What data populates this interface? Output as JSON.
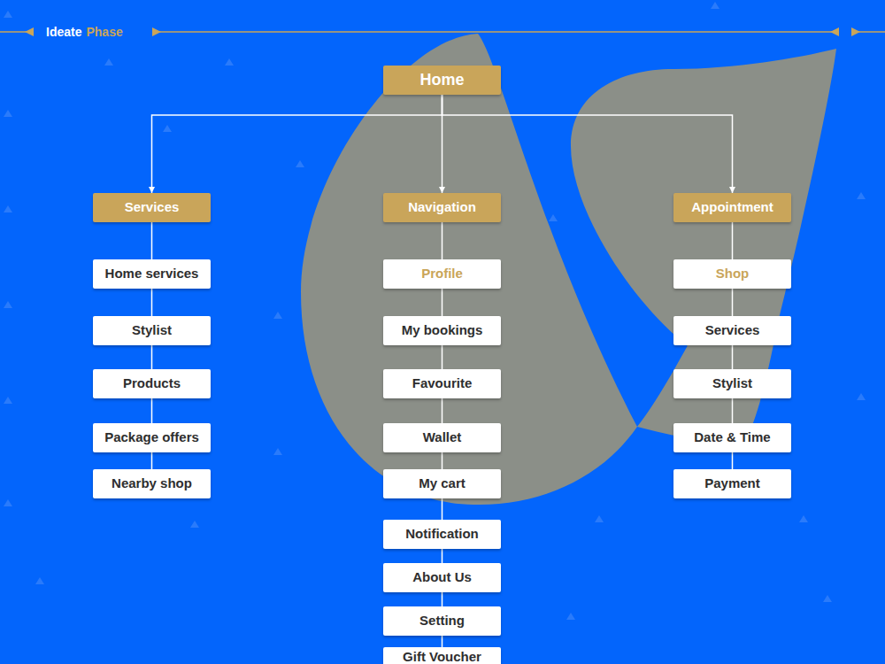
{
  "diagram": {
    "nodes": [
      {
        "text": [
          "Home"
        ]
      },
      {
        "text": [
          "Services"
        ]
      },
      {
        "text": [
          "Navigation"
        ]
      },
      {
        "text": [
          "Appointment"
        ]
      },
      {
        "text": [
          "Home services"
        ]
      },
      {
        "text": [
          "Stylist"
        ]
      },
      {
        "text": [
          "Products"
        ]
      },
      {
        "text": [
          "Package offers"
        ]
      },
      {
        "text": [
          "Nearby shop"
        ]
      },
      {
        "text": [
          "Profile"
        ]
      },
      {
        "text": [
          "My bookings"
        ]
      },
      {
        "text": [
          "Favourite"
        ]
      },
      {
        "text": [
          "Wallet"
        ]
      },
      {
        "text": [
          "My cart"
        ]
      },
      {
        "text": [
          "Notification"
        ]
      },
      {
        "text": [
          "About Us"
        ]
      },
      {
        "text": [
          "Setting"
        ]
      },
      {
        "text": [
          "Gift Voucher"
        ]
      },
      {
        "text": [
          "Shop"
        ]
      },
      {
        "text": [
          "Services"
        ]
      },
      {
        "text": [
          "Stylist"
        ]
      },
      {
        "text": [
          "Date & Time"
        ]
      },
      {
        "text": [
          "Payment"
        ]
      }
    ],
    "edges": [
      {
        "from": 0,
        "to": 1,
        "arrow": "to"
      },
      {
        "from": 0,
        "to": 2,
        "arrow": "to"
      },
      {
        "from": 0,
        "to": 3,
        "arrow": "to"
      },
      {
        "from": 1,
        "to": 4,
        "arrow": "none"
      },
      {
        "from": 4,
        "to": 5,
        "arrow": "none"
      },
      {
        "from": 5,
        "to": 6,
        "arrow": "none"
      },
      {
        "from": 6,
        "to": 7,
        "arrow": "none"
      },
      {
        "from": 7,
        "to": 8,
        "arrow": "none"
      },
      {
        "from": 2,
        "to": 9,
        "arrow": "none"
      },
      {
        "from": 9,
        "to": 10,
        "arrow": "none"
      },
      {
        "from": 10,
        "to": 11,
        "arrow": "none"
      },
      {
        "from": 11,
        "to": 12,
        "arrow": "none"
      },
      {
        "from": 12,
        "to": 13,
        "arrow": "none"
      },
      {
        "from": 13,
        "to": 14,
        "arrow": "none"
      },
      {
        "from": 14,
        "to": 15,
        "arrow": "none"
      },
      {
        "from": 15,
        "to": 16,
        "arrow": "none"
      },
      {
        "from": 16,
        "to": 17,
        "arrow": "none"
      },
      {
        "from": 3,
        "to": 18,
        "arrow": "none"
      },
      {
        "from": 18,
        "to": 19,
        "arrow": "none"
      },
      {
        "from": 19,
        "to": 20,
        "arrow": "none"
      },
      {
        "from": 20,
        "to": 21,
        "arrow": "none"
      },
      {
        "from": 21,
        "to": 22,
        "arrow": "none"
      }
    ],
    "labels": [
      "Ideate",
      "Phase"
    ]
  }
}
